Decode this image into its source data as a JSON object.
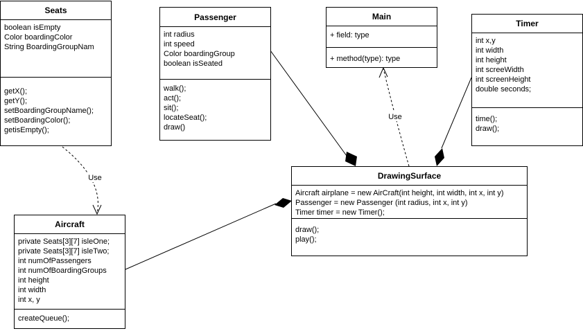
{
  "classes": {
    "seats": {
      "name": "Seats",
      "fields": [
        "boolean isEmpty",
        "Color boardingColor",
        "String BoardingGroupNam"
      ],
      "methods": [
        "getX();",
        "getY();",
        "setBoardingGroupName();",
        "setBoardingColor();",
        "getisEmpty();"
      ]
    },
    "passenger": {
      "name": "Passenger",
      "fields": [
        "int radius",
        "int speed",
        "Color boardingGroup",
        "boolean isSeated"
      ],
      "methods": [
        "walk();",
        "act();",
        "sit();",
        "locateSeat();",
        "draw()"
      ]
    },
    "main": {
      "name": "Main",
      "fields": [
        "+ field: type"
      ],
      "methods": [
        "+ method(type): type"
      ]
    },
    "timer": {
      "name": "Timer",
      "fields": [
        "int x,y",
        "int width",
        "int height",
        "int screeWidth",
        "int screenHeight",
        "double seconds;"
      ],
      "methods": [
        "time();",
        "draw();"
      ]
    },
    "drawing_surface": {
      "name": "DrawingSurface",
      "fields": [
        "Aircraft airplane = new AirCraft(int height, int width, int x, int y)",
        "Passenger = new Passenger (int radius, int x, int y)",
        "Timer timer = new Timer();"
      ],
      "methods": [
        "draw();",
        "play();"
      ]
    },
    "aircraft": {
      "name": "Aircraft",
      "fields": [
        "private Seats[3][7] isleOne;",
        "private Seats[3][7] isleTwo;",
        "int numOfPassengers",
        "int numOfBoardingGroups",
        "int height",
        "int width",
        "int x, y"
      ],
      "methods": [
        "createQueue();"
      ]
    }
  },
  "relations": {
    "seats_aircraft_label": "Use",
    "drawing_main_label": "Use"
  }
}
